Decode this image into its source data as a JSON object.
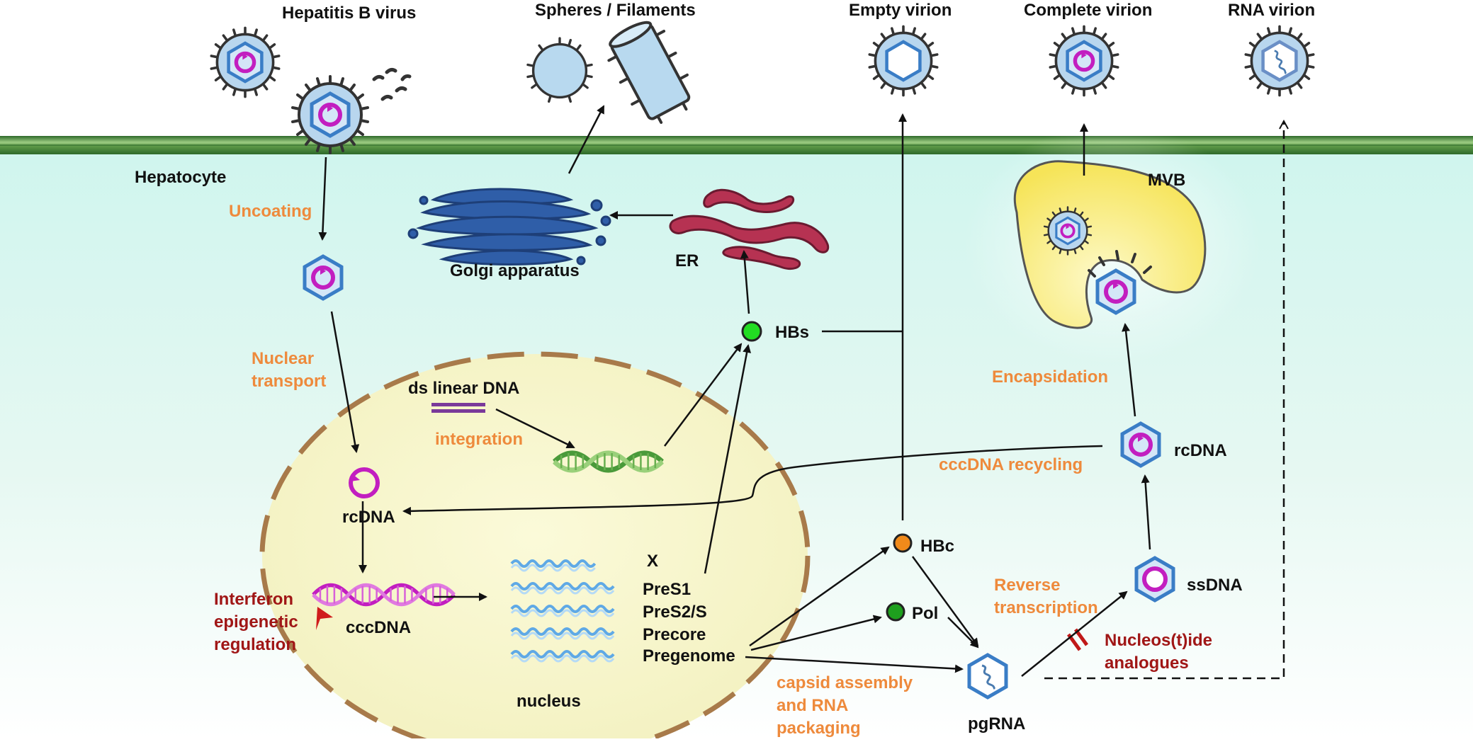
{
  "labels": {
    "hepatitis_b_virus": "Hepatitis B virus",
    "spheres_filaments": "Spheres / Filaments",
    "empty_virion": "Empty virion",
    "complete_virion": "Complete virion",
    "rna_virion": "RNA virion",
    "hepatocyte": "Hepatocyte",
    "uncoating": "Uncoating",
    "golgi": "Golgi apparatus",
    "er": "ER",
    "mvb": "MVB",
    "hbs": "HBs",
    "nuclear_transport_1": "Nuclear",
    "nuclear_transport_2": "transport",
    "ds_linear_dna": "ds linear DNA",
    "integration": "integration",
    "encapsidation": "Encapsidation",
    "rcdna_right": "rcDNA",
    "cccdna_recycling": "cccDNA recycling",
    "rcdna_nucleus": "rcDNA",
    "interferon_1": "Interferon",
    "interferon_2": "epigenetic",
    "interferon_3": "regulation",
    "cccdna": "cccDNA",
    "x": "X",
    "pres1": "PreS1",
    "pres2s": "PreS2/S",
    "precore": "Precore",
    "pregenome": "Pregenome",
    "nucleus": "nucleus",
    "hbc": "HBc",
    "pol": "Pol",
    "reverse_transcription_1": "Reverse",
    "reverse_transcription_2": "transcription",
    "ssdna": "ssDNA",
    "nucleosides_1": "Nucleos(t)ide",
    "nucleosides_2": "analogues",
    "capsid_1": "capsid assembly",
    "capsid_2": "and RNA",
    "capsid_3": "packaging",
    "pgrna": "pgRNA"
  },
  "colors": {
    "membrane": "#4e8a3c",
    "cytoplasm": "#d9f6f0",
    "nucleus_fill": "#f7f6cc",
    "nucleus_border": "#a87a4a",
    "capsid_blue": "#3a7dc6",
    "dna_magenta": "#c21ec0",
    "golgi": "#2f5ea8",
    "er": "#b63252",
    "mvb": "#f8ec78",
    "label_orange": "#ee8a3c",
    "label_red": "#a01616",
    "hbs_green": "#22dd22",
    "hbc_orange": "#f08a1a",
    "pol_green": "#1ea01e"
  },
  "icons": [
    "virus-icon",
    "capsid-icon",
    "golgi-icon",
    "er-icon",
    "mvb-icon",
    "dna-helix-icon",
    "mrna-icon",
    "inhibitor-icon"
  ]
}
